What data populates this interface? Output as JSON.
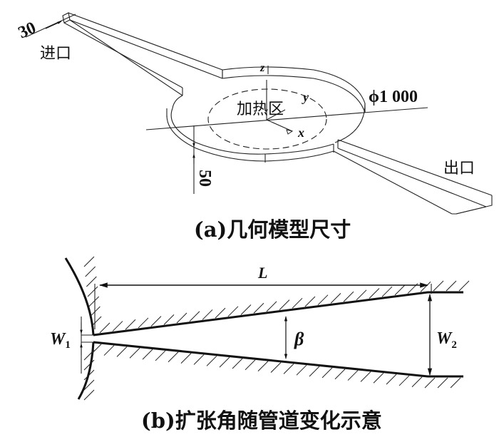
{
  "panel_a": {
    "caption": "(a)几何模型尺寸",
    "inlet_label": "进口",
    "outlet_label": "出口",
    "heating_zone_label": "加热区",
    "dim_inlet_width": "30",
    "dim_height": "50",
    "dim_diameter": "ϕ1 000",
    "axis_x": "x",
    "axis_y": "y",
    "axis_z": "z"
  },
  "panel_b": {
    "caption": "(b)扩张角随管道变化示意",
    "label_L": "L",
    "label_W1": "W",
    "label_W1_sub": "1",
    "label_W2": "W",
    "label_W2_sub": "2",
    "label_beta": "β"
  }
}
